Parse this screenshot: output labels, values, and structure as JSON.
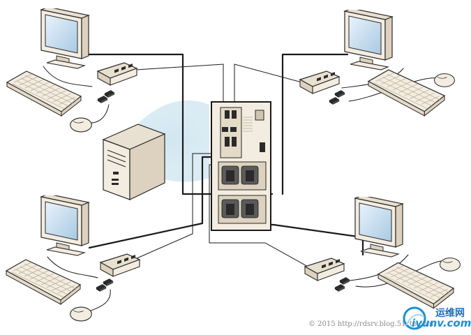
{
  "footer": {
    "copyright": "© 2015 http://rdsrv.blog.51cto.com",
    "watermark_cn": "运维网",
    "watermark_en": "iyunv.com"
  },
  "icons": [
    "monitor-icon",
    "keyboard-icon",
    "mouse-icon",
    "usb-hub-icon",
    "server-tower-icon",
    "kvm-switch-icon"
  ],
  "colors": {
    "cable": "#1a1a1a",
    "device_body": "#f3ece0",
    "device_outline": "#2a2a2a",
    "screen": "#cfe2f3",
    "glow": "#cfe3ee"
  }
}
